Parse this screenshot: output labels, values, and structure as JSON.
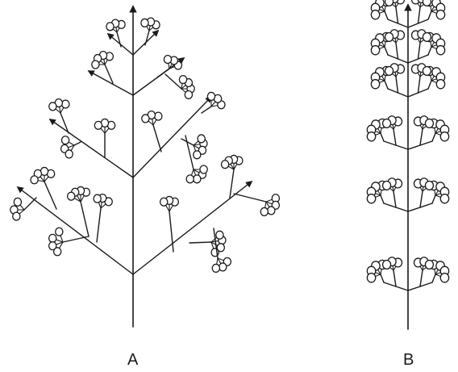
{
  "panels": [
    {
      "label": "A",
      "shape": "pyramidal-branched-inflorescence"
    },
    {
      "label": "B",
      "shape": "columnar-raceme-inflorescence"
    }
  ],
  "colors": {
    "line": "#1a1a1a",
    "floret_fill": "#ffffff",
    "background": "#ffffff"
  },
  "icons": {
    "growth_tip": "arrowhead-icon",
    "floret": "floret-circle-icon"
  }
}
